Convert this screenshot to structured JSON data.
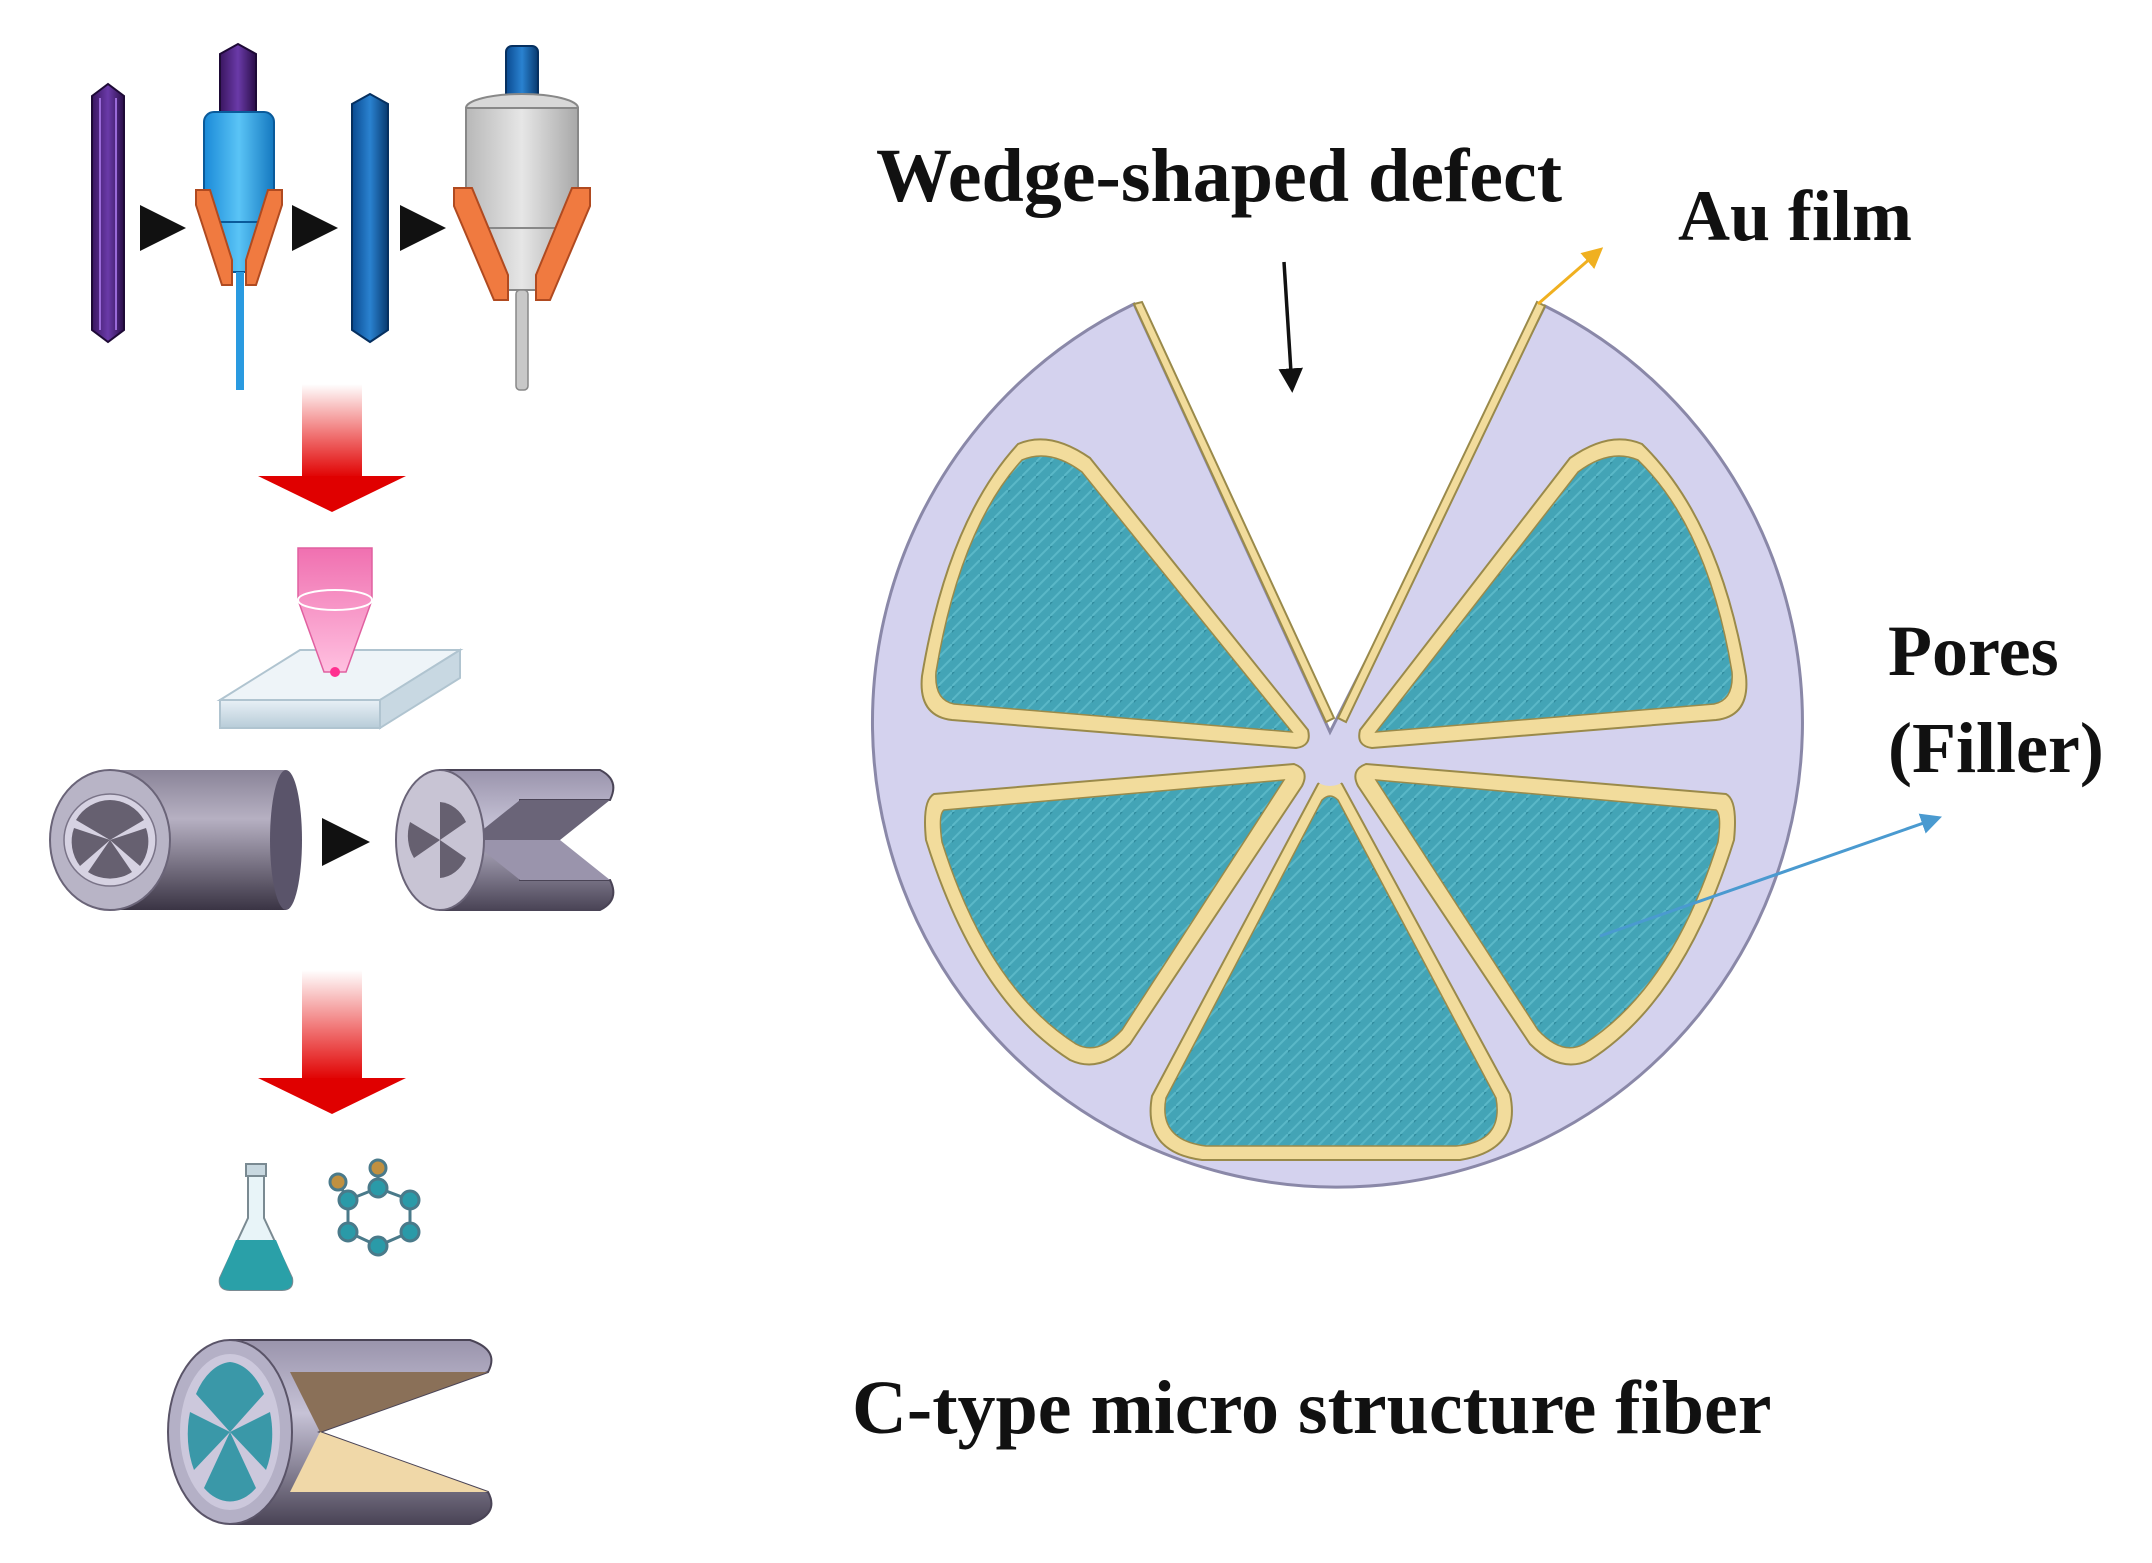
{
  "labels": {
    "wedge_defect": "Wedge-shaped defect",
    "au_film": "Au film",
    "pores": "Pores",
    "filler": "(Filler)",
    "caption": "C-type micro structure fiber"
  },
  "colors": {
    "cladding": "#d4d2ee",
    "outline": "#8a88a8",
    "gold": "#f2dc9c",
    "gold_outline": "#9a8a4a",
    "pore": "#45a6b8",
    "pore_dark": "#2f8a9c",
    "arrow_red": "#e01010",
    "arrow_black": "#111111",
    "pointer_blue": "#4a9ad0",
    "pointer_orange": "#f0b020"
  },
  "icons": [
    "preform-rod-icon",
    "fiber-drawing-tower-icon",
    "fiber-rod-icon",
    "drawing-tower-icon",
    "laser-cutting-icon",
    "fiber-cylinder-icon",
    "c-type-fiber-icon",
    "flask-icon",
    "molecule-icon",
    "filled-c-type-fiber-icon"
  ]
}
